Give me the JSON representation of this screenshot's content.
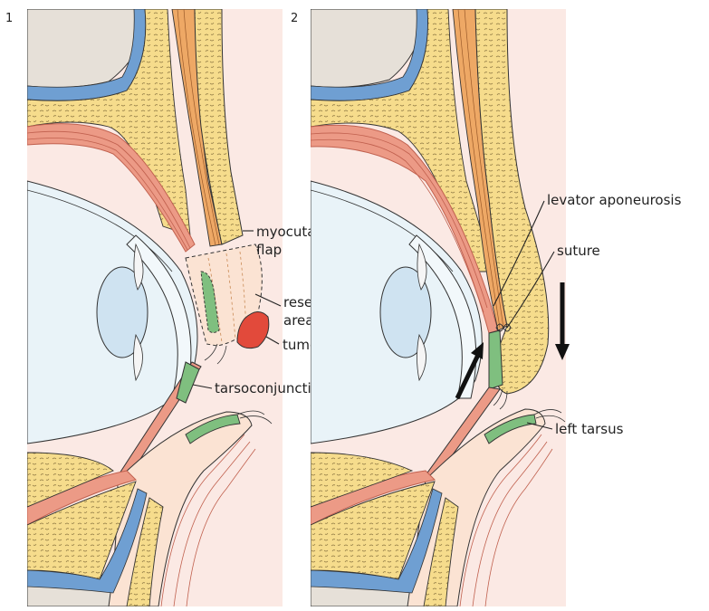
{
  "panels": [
    {
      "number": "1",
      "labels": {
        "myocutaneous_flap_1": "myocutaneous",
        "myocutaneous_flap_2": "flap",
        "resected_area_1": "resected",
        "resected_area_2": "area",
        "tumor": "tumor",
        "tarsoconjunctival_flap": "tarsoconjunctival flap"
      }
    },
    {
      "number": "2",
      "labels": {
        "levator_aponeurosis": "levator aponeurosis",
        "suture": "suture",
        "left_tarsus": "left tarsus"
      }
    }
  ],
  "colors": {
    "fat": "#f6dc8c",
    "fat_outline": "#7a6a3a",
    "muscle": "#ec9a86",
    "muscle_line": "#c0604e",
    "orbicularis": "#eea865",
    "tarsus": "#7fbf7f",
    "vessel": "#6f9fd2",
    "bone": "#e6e0d8",
    "globe": "#e9f3f8",
    "lens": "#cfe3f1",
    "skin": "#fbe9e4",
    "tumor": "#e24a3b",
    "outline": "#333333",
    "arrow": "#111111"
  }
}
